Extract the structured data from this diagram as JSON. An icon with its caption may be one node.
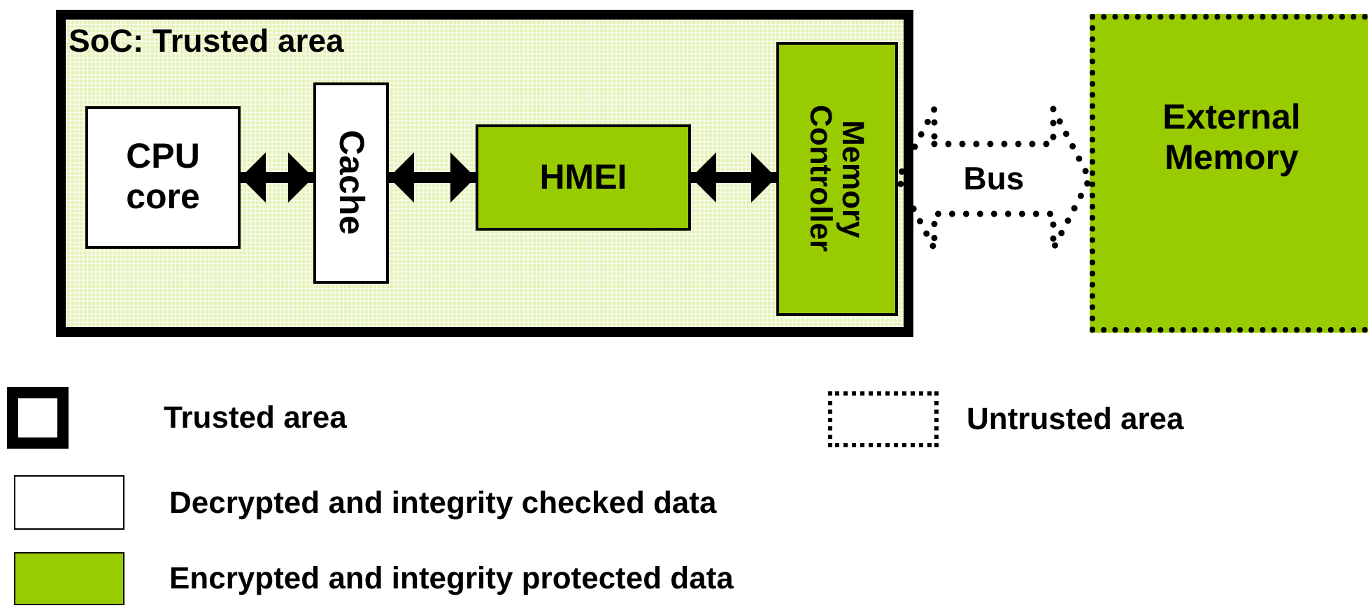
{
  "diagram": {
    "nodes": [
      {
        "text": [
          "SoC: Trusted area"
        ]
      },
      {
        "text": [
          "CPU core"
        ],
        "in": 0
      },
      {
        "text": [
          "Cache"
        ],
        "in": 0
      },
      {
        "text": [
          "HMEI"
        ],
        "in": 0
      },
      {
        "text": [
          "Memory Controller"
        ],
        "in": 0
      },
      {
        "text": [
          "External Memory"
        ]
      }
    ],
    "edges": [
      {
        "from": 1,
        "to": 2,
        "arrow": "both"
      },
      {
        "from": 2,
        "to": 3,
        "arrow": "both"
      },
      {
        "from": 3,
        "to": 4,
        "arrow": "both"
      },
      {
        "from": 4,
        "to": 5,
        "arrow": "both",
        "style": "dashed",
        "label": "Bus"
      }
    ],
    "legend": [
      {
        "text": "Trusted area"
      },
      {
        "text": "Untrusted area"
      },
      {
        "text": "Decrypted and integrity checked data",
        "color": "#ffffff"
      },
      {
        "text": "Encrypted and integrity protected data",
        "color": "#99cc00"
      }
    ]
  }
}
